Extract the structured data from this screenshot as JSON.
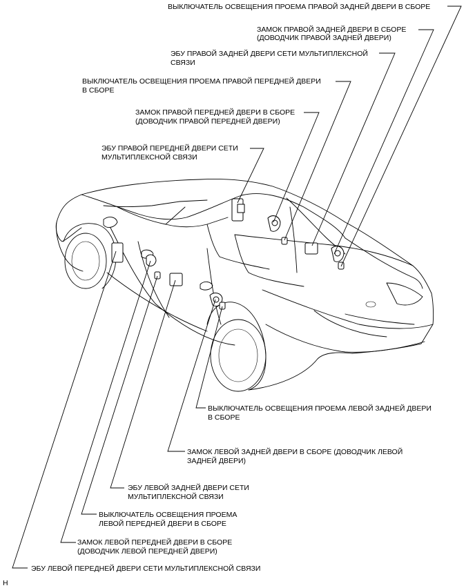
{
  "figure_code": "H",
  "callouts": [
    {
      "id": "rr-courtesy-switch",
      "lines": [
        "ВЫКЛЮЧАТЕЛЬ ОСВЕЩЕНИЯ ПРОЕМА ПРАВОЙ ЗАДНЕЙ ДВЕРИ В СБОРЕ"
      ]
    },
    {
      "id": "rr-door-lock",
      "lines": [
        "ЗАМОК ПРАВОЙ ЗАДНЕЙ ДВЕРИ В СБОРЕ",
        "(ДОВОДЧИК ПРАВОЙ ЗАДНЕЙ ДВЕРИ)"
      ]
    },
    {
      "id": "rr-multiplex-ecu",
      "lines": [
        "ЭБУ ПРАВОЙ ЗАДНЕЙ ДВЕРИ СЕТИ МУЛЬТИПЛЕКСНОЙ",
        "СВЯЗИ"
      ]
    },
    {
      "id": "rf-courtesy-switch",
      "lines": [
        "ВЫКЛЮЧАТЕЛЬ ОСВЕЩЕНИЯ ПРОЕМА ПРАВОЙ ПЕРЕДНЕЙ ДВЕРИ",
        "В СБОРЕ"
      ]
    },
    {
      "id": "rf-door-lock",
      "lines": [
        "ЗАМОК ПРАВОЙ ПЕРЕДНЕЙ ДВЕРИ В СБОРЕ",
        "(ДОВОДЧИК ПРАВОЙ ПЕРЕДНЕЙ ДВЕРИ)"
      ]
    },
    {
      "id": "rf-multiplex-ecu",
      "lines": [
        "ЭБУ ПРАВОЙ ПЕРЕДНЕЙ ДВЕРИ СЕТИ",
        "МУЛЬТИПЛЕКСНОЙ СВЯЗИ"
      ]
    },
    {
      "id": "lr-courtesy-switch",
      "lines": [
        "ВЫКЛЮЧАТЕЛЬ ОСВЕЩЕНИЯ ПРОЕМА ЛЕВОЙ ЗАДНЕЙ ДВЕРИ",
        "В СБОРЕ"
      ]
    },
    {
      "id": "lr-door-lock",
      "lines": [
        "ЗАМОК ЛЕВОЙ ЗАДНЕЙ ДВЕРИ В СБОРЕ (ДОВОДЧИК ЛЕВОЙ",
        "ЗАДНЕЙ ДВЕРИ)"
      ]
    },
    {
      "id": "lr-multiplex-ecu",
      "lines": [
        "ЭБУ ЛЕВОЙ ЗАДНЕЙ ДВЕРИ СЕТИ",
        "МУЛЬТИПЛЕКСНОЙ СВЯЗИ"
      ]
    },
    {
      "id": "lf-courtesy-switch",
      "lines": [
        "ВЫКЛЮЧАТЕЛЬ ОСВЕЩЕНИЯ ПРОЕМА",
        "ЛЕВОЙ ПЕРЕДНЕЙ ДВЕРИ В СБОРЕ"
      ]
    },
    {
      "id": "lf-door-lock",
      "lines": [
        "ЗАМОК ЛЕВОЙ ПЕРЕДНЕЙ ДВЕРИ В СБОРЕ",
        "(ДОВОДЧИК ЛЕВОЙ ПЕРЕДНЕЙ ДВЕРИ)"
      ]
    },
    {
      "id": "lf-multiplex-ecu",
      "lines": [
        "ЭБУ ЛЕВОЙ ПЕРЕДНЕЙ ДВЕРИ СЕТИ МУЛЬТИПЛЕКСНОЙ СВЯЗИ"
      ]
    }
  ]
}
